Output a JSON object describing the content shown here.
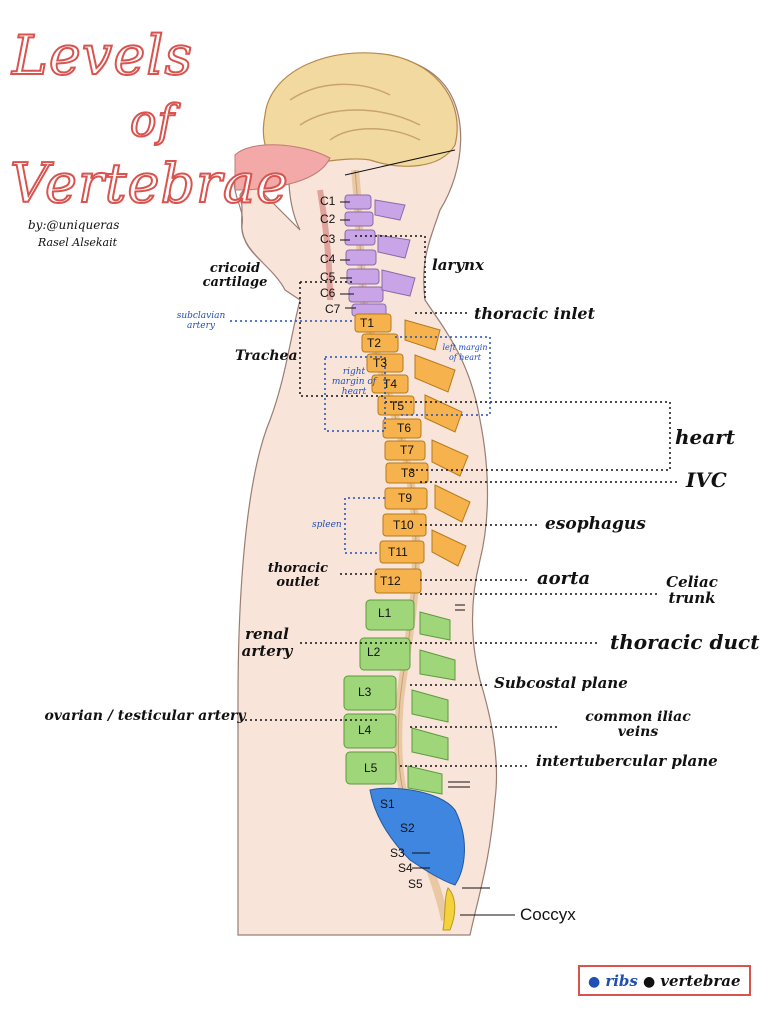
{
  "title": {
    "line1": "Levels",
    "line2": "of",
    "line3": "Vertebrae"
  },
  "credit": {
    "line1": "by:@uniqueras",
    "line2": "Rasel Alsekait"
  },
  "cervical": [
    "C1",
    "C2",
    "C3",
    "C4",
    "C5",
    "C6",
    "C7"
  ],
  "thoracic": [
    "T1",
    "T2",
    "T3",
    "T4",
    "T5",
    "T6",
    "T7",
    "T8",
    "T9",
    "T10",
    "T11",
    "T12"
  ],
  "lumbar": [
    "L1",
    "L2",
    "L3",
    "L4",
    "L5"
  ],
  "sacral": [
    "S1",
    "S2",
    "S3",
    "S4",
    "S5"
  ],
  "coccyx": "Coccyx",
  "labels": {
    "cricoid": "cricoid cartilage",
    "larynx": "larynx",
    "subclavian": "subclavian artery",
    "thoracic_inlet": "thoracic inlet",
    "trachea": "Trachea",
    "right_margin": "right margin of heart",
    "left_margin": "left margin of heart",
    "heart": "heart",
    "ivc": "IVC",
    "spleen": "spleen",
    "esophagus": "esophagus",
    "thoracic_outlet": "thoracic outlet",
    "aorta": "aorta",
    "celiac": "Celiac trunk",
    "renal": "renal artery",
    "thoracic_duct": "thoracic duct",
    "subcostal": "Subcostal plane",
    "ovarian": "ovarian / testicular artery",
    "common_iliac": "common iliac veins",
    "intertubercular": "intertubercular plane"
  },
  "legend": {
    "ribs": "ribs",
    "vertebrae": "vertebrae"
  },
  "colors": {
    "cervical": "#c9a4e6",
    "thoracic": "#f6b24c",
    "lumbar": "#9fd67a",
    "sacral": "#3f86e0",
    "coccyx": "#f3d23b",
    "skin": "#f9e4da",
    "brain": "#f1d9a0",
    "title": "#d9534f",
    "annotation_blue": "#1f4fb5"
  }
}
